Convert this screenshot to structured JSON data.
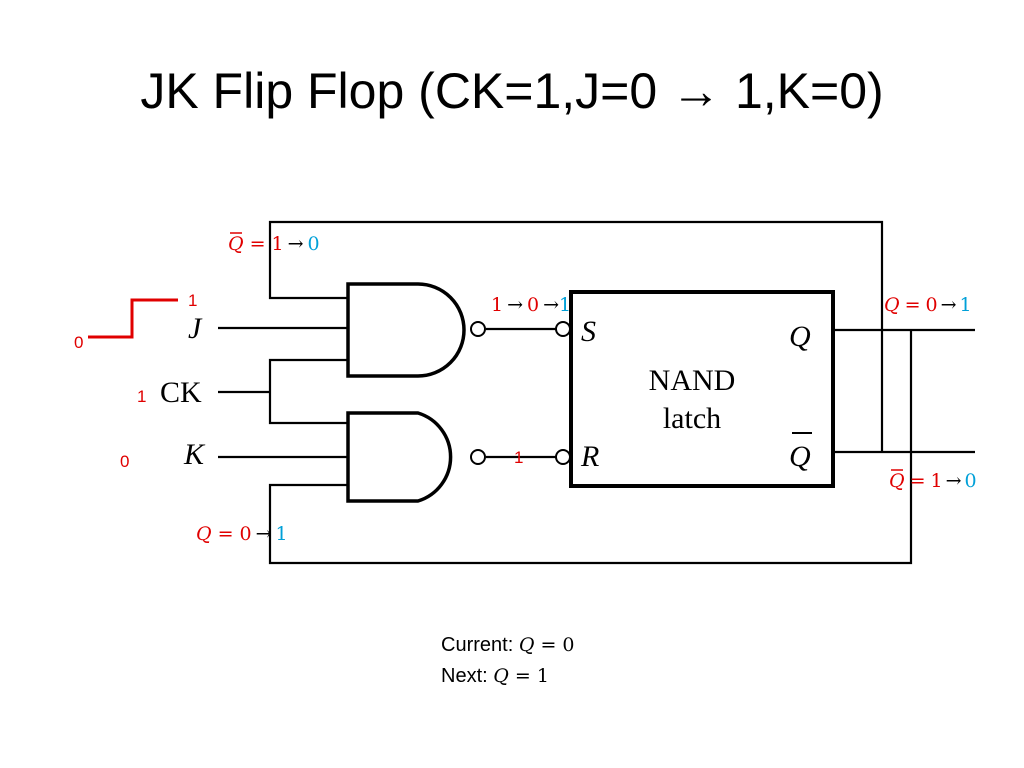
{
  "title": "JK Flip Flop (CK=1,J=0 → 1,K=0)",
  "colors": {
    "old_value": "#e00000",
    "new_value": "#00a0d8",
    "wire": "#000000"
  },
  "circuit": {
    "input_labels": {
      "j": "J",
      "ck": "CK",
      "k": "K"
    },
    "latch": {
      "name_line1": "NAND",
      "name_line2": "latch",
      "s": "S",
      "r": "R",
      "q": "Q",
      "qbar": "Q"
    },
    "input_values": {
      "j_before": "0",
      "j_after": "1",
      "ck": "1",
      "k": "0"
    },
    "s_line": {
      "v1": "1",
      "arrow": "→",
      "v2": "0",
      "v3": "1"
    },
    "r_line": {
      "value": "1"
    },
    "qbar_feedback": {
      "sym": "Q",
      "eq": "=",
      "old": "1",
      "arrow": "→",
      "new": "0"
    },
    "q_feedback": {
      "sym": "Q",
      "eq": "=",
      "old": "0",
      "arrow": "→",
      "new": "1"
    },
    "q_output": {
      "sym": "Q",
      "eq": "=",
      "old": "0",
      "arrow": "→",
      "new": "1"
    },
    "qbar_output": {
      "sym": "Q",
      "eq": "=",
      "old": "1",
      "arrow": "→",
      "new": "0"
    }
  },
  "footer": {
    "current_label": "Current:",
    "current_sym": "Q",
    "current_eq": "=",
    "current_val": "0",
    "next_label": "Next:",
    "next_sym": "Q",
    "next_eq": "=",
    "next_val": "1"
  }
}
